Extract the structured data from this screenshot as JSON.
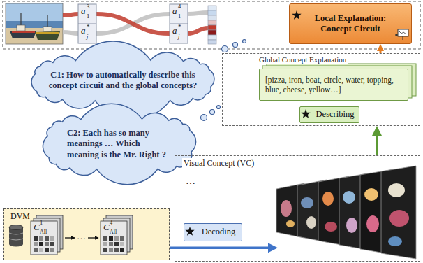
{
  "diagram": {
    "nodes": [
      {
        "text": [
          "Local Explanation: Concept Circuit"
        ]
      },
      {
        "text": [
          "Global Concept Explanation"
        ]
      },
      {
        "text": [
          "[pizza, iron, boat, circle, water, topping, blue, cheese, yellow…]"
        ],
        "in": 1
      },
      {
        "text": [
          "Describing"
        ],
        "in": 1
      },
      {
        "text": [
          "C1: How to automatically describe this concept circuit and the global concepts?"
        ]
      },
      {
        "text": [
          "C2: Each has so many meanings … Which meaning is the Mr. Right ?"
        ]
      },
      {
        "text": [
          "Visual Concept (VC)"
        ]
      },
      {
        "text": [
          "DVM"
        ]
      },
      {
        "text": [
          "Decoding"
        ],
        "in": 6
      }
    ],
    "edges": [
      {
        "from": 7,
        "to": 6,
        "arrow": "to"
      },
      {
        "from": 6,
        "to": 1,
        "arrow": "to"
      },
      {
        "from": 1,
        "to": 0,
        "arrow": "to"
      }
    ],
    "labels": [
      "a",
      "3",
      "1",
      "a",
      "*",
      "j",
      "a",
      "4",
      "1",
      "a",
      "*",
      "j",
      "C",
      "1",
      "All",
      "C",
      "4",
      "All",
      "…",
      "…"
    ]
  }
}
